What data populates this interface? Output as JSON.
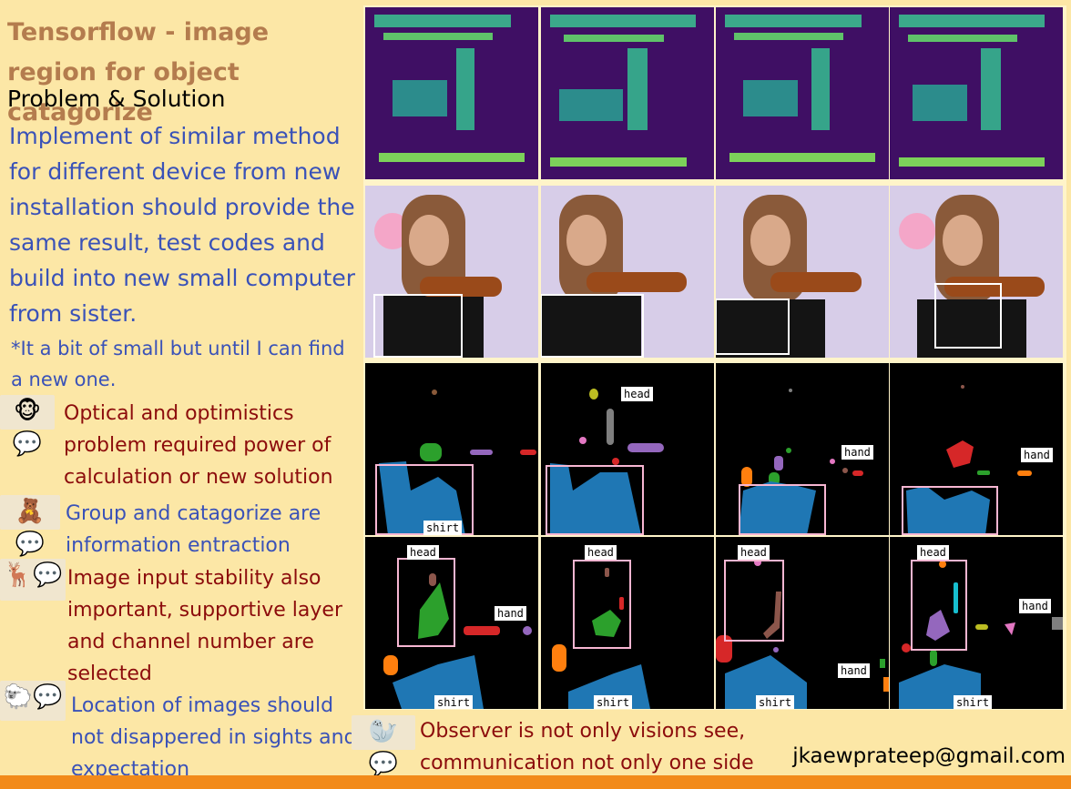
{
  "title": "Tensorflow - image region for object catagorize",
  "subtitle": "Problem & Solution",
  "body": "Implement of similar method for different device from new installation should provide the same result, test codes and build into new small computer from sister.",
  "note": "*It a bit of small but until I can find a new one.",
  "points": [
    {
      "icon": "🐵💬",
      "text": "Optical and optimistics problem required power of calculation or new solution"
    },
    {
      "icon": "🧸 💬",
      "text": "Group and catagorize are information entraction"
    },
    {
      "icon": "🦌💬",
      "text": "Image input stability also important, supportive layer and channel number are selected"
    },
    {
      "icon": "🐑💬",
      "text": "Location of images should not disappered in sights and expectation"
    }
  ],
  "observer": {
    "icon": "🦭 💬",
    "text": "Observer is not only visions see, communication not only one side"
  },
  "email": "jkaewprateep@gmail.com",
  "labels": {
    "head": "head",
    "hand": "hand",
    "shirt": "shirt"
  },
  "colors": {
    "accent_orange": "#f28a1a",
    "title": "#b47c4e",
    "blue_text": "#3a52b8",
    "red_text": "#8c0c0c",
    "background": "#fce7a6"
  }
}
